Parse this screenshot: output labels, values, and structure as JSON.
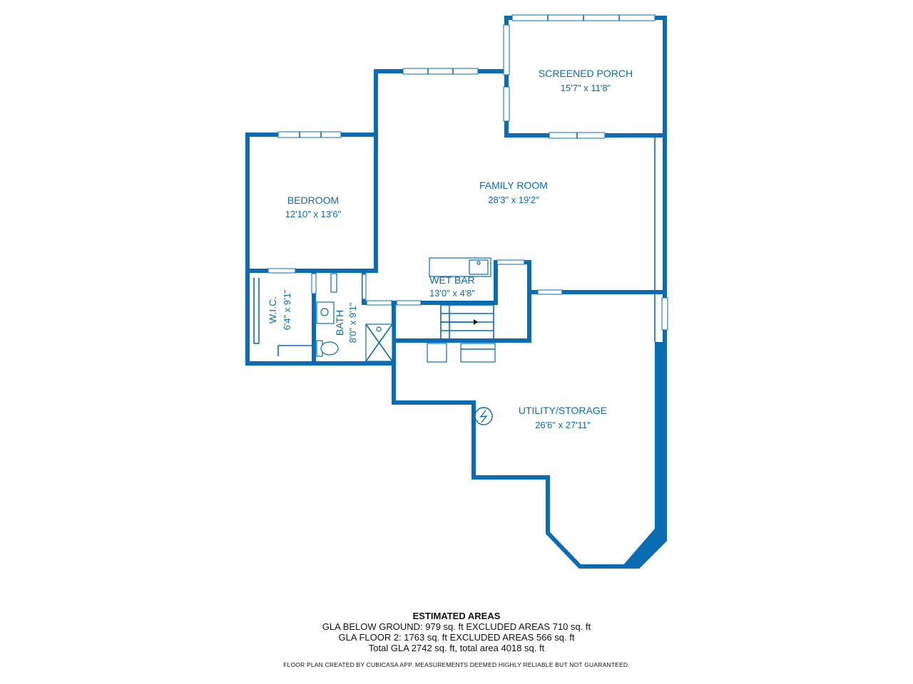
{
  "colors": {
    "wall": "#0a6db4",
    "background": "#ffffff"
  },
  "rooms": [
    {
      "id": "screened-porch",
      "name": "SCREENED PORCH",
      "dims": "15'7\" x 11'8\""
    },
    {
      "id": "family-room",
      "name": "FAMILY ROOM",
      "dims": "28'3\" x 19'2\""
    },
    {
      "id": "bedroom",
      "name": "BEDROOM",
      "dims": "12'10\" x 13'6\""
    },
    {
      "id": "wic",
      "name": "W.I.C.",
      "dims": "6'4\" x 9'1\""
    },
    {
      "id": "bath",
      "name": "BATH",
      "dims": "8'0\" x 9'1\""
    },
    {
      "id": "wet-bar",
      "name": "WET BAR",
      "dims": "13'0\" x 4'8\""
    },
    {
      "id": "utility",
      "name": "UTILITY/STORAGE",
      "dims": "26'6\" x 27'11\""
    }
  ],
  "areas": {
    "title": "ESTIMATED AREAS",
    "lines": [
      "GLA BELOW GROUND: 979 sq. ft EXCLUDED AREAS 710 sq. ft",
      "GLA FLOOR 2: 1763 sq. ft EXCLUDED AREAS 566 sq. ft",
      "Total GLA 2742 sq. ft, total area 4018 sq. ft"
    ]
  },
  "disclaimer": "FLOOR PLAN CREATED BY CUBICASA APP. MEASUREMENTS DEEMED HIGHLY RELIABLE BUT NOT GUARANTEED.",
  "icons": {
    "stairs_arrow": "arrow-right-icon",
    "utility_meter": "electric-meter-icon"
  }
}
